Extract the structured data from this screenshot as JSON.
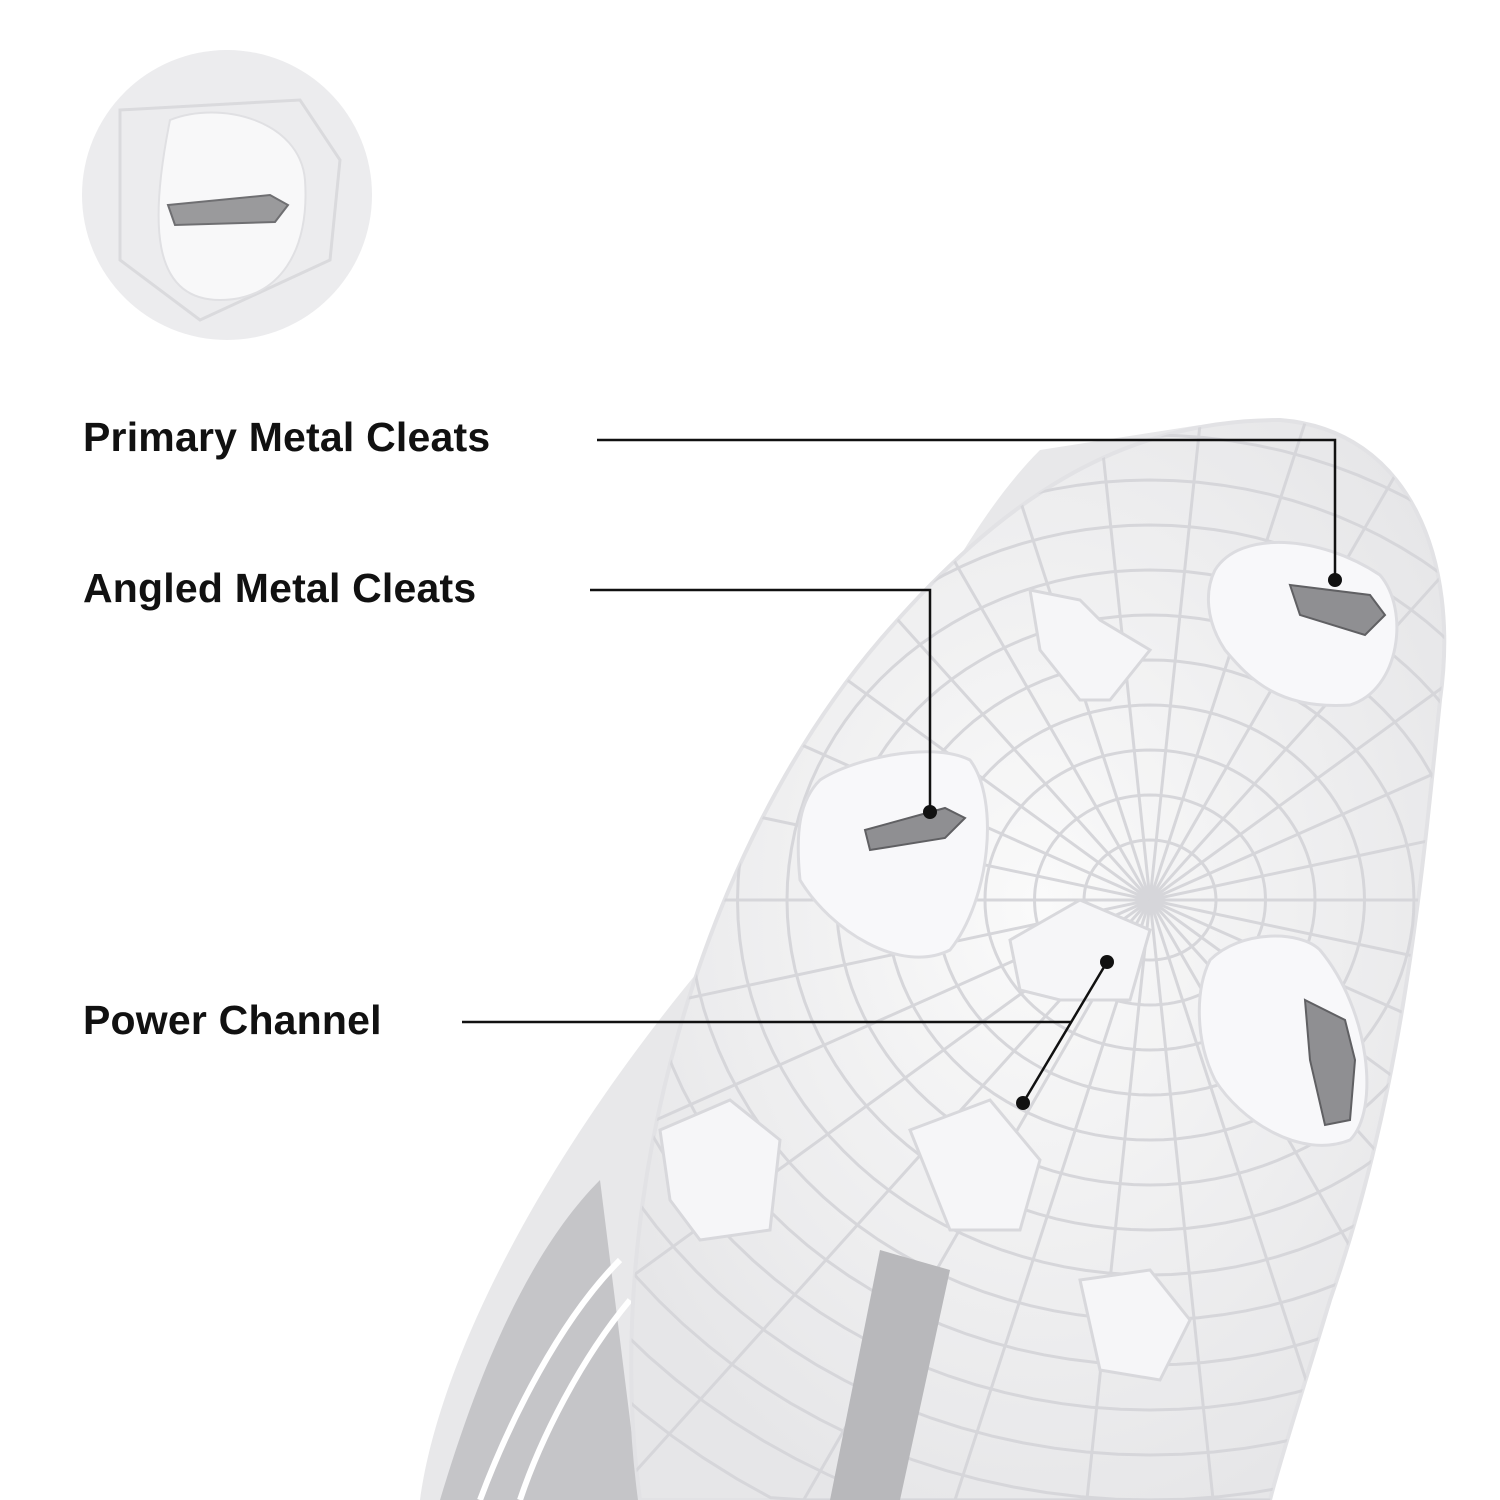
{
  "callouts": {
    "primary": "Primary Metal Cleats",
    "angled": "Angled Metal Cleats",
    "power": "Power Channel"
  },
  "colors": {
    "text": "#111111",
    "line": "#111111",
    "sole": "#f2f2f4",
    "tread": "#dcdce0",
    "metal": "#8a8a8a",
    "upper": "#c8c8cb"
  }
}
